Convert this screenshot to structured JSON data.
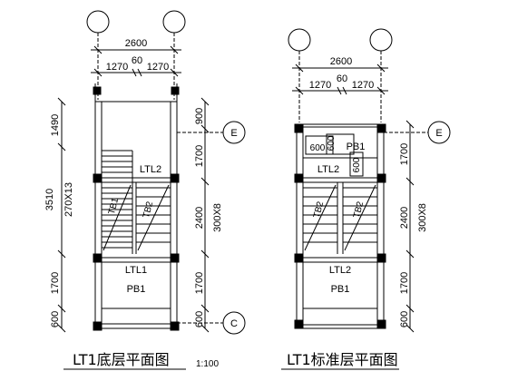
{
  "left_plan": {
    "dim_total": "2600",
    "dim_left": "1270",
    "dim_gap": "60",
    "dim_right": "1270",
    "left_dims": [
      "1490",
      "3510",
      "270X13",
      "1700",
      "600"
    ],
    "right_dims": [
      "900",
      "1700",
      "2400",
      "300X8",
      "1700",
      "600"
    ],
    "axis_top": "E",
    "axis_bottom": "C",
    "labels": {
      "beam_top": "LTL2",
      "flight_left": "TB1",
      "flight_right": "TB2",
      "beam_bottom": "LTL1",
      "slab_bottom": "PB1"
    },
    "title": "LT1底层平面图",
    "scale": "1:100"
  },
  "right_plan": {
    "dim_total": "2600",
    "dim_left": "1270",
    "dim_gap": "60",
    "dim_right": "1270",
    "right_dims": [
      "1700",
      "2400",
      "300X8",
      "1700",
      "600"
    ],
    "axis_top": "E",
    "labels": {
      "slab_top": "PB1",
      "beam_top": "LTL2",
      "dim_600a": "600",
      "dim_600b": "600",
      "dim_600c": "600",
      "flight_left": "TB2",
      "flight_right": "TB2",
      "beam_bottom": "LTL2",
      "slab_bottom": "PB1"
    },
    "title": "LT1标准层平面图"
  }
}
